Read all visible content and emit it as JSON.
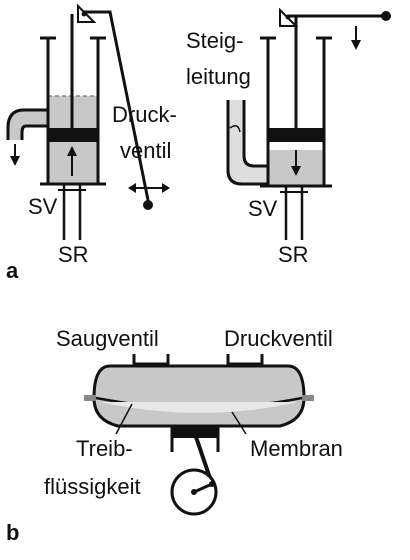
{
  "labels": {
    "druck_line1": "Druck-",
    "druck_line2": "ventil",
    "steig_line1": "Steig-",
    "steig_line2": "leitung",
    "sv_left": "SV",
    "sr_left": "SR",
    "sv_right": "SV",
    "sr_right": "SR",
    "saugventil": "Saugventil",
    "druckventil": "Druckventil",
    "membran": "Membran",
    "treib_line1": "Treib-",
    "treib_line2": "flüssigkeit"
  },
  "panels": {
    "a": "a",
    "b": "b"
  },
  "colors": {
    "line": "#111111",
    "fluid": "#c8c8c8",
    "fluid_light": "#dedede",
    "piston": "#111111"
  }
}
